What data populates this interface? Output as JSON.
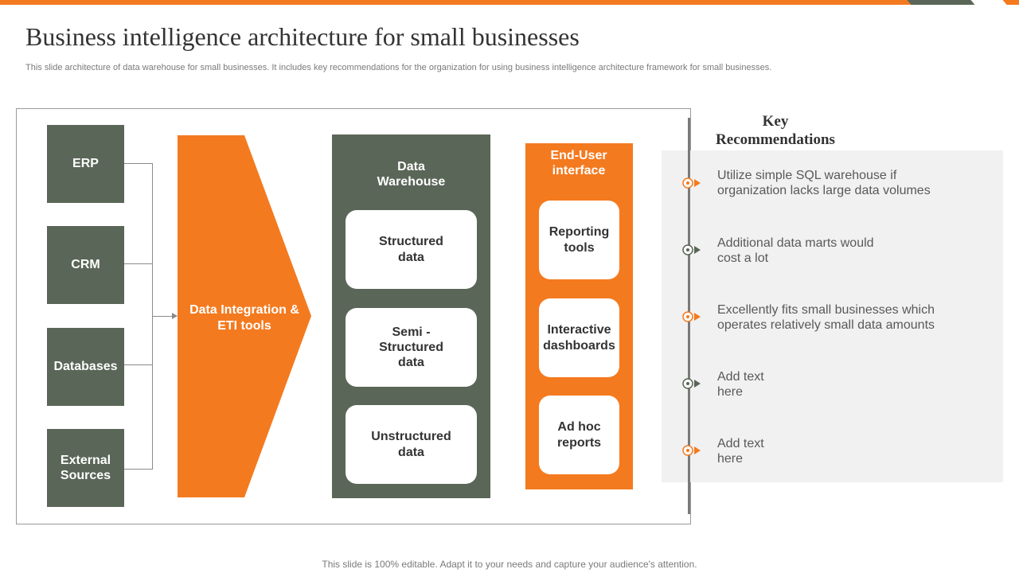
{
  "title": "Business intelligence architecture for small businesses",
  "subtitle": "This slide architecture of data warehouse for small businesses. It includes key recommendations for the organization for using business intelligence architecture framework for small businesses.",
  "sources": [
    "ERP",
    "CRM",
    "Databases",
    "External Sources"
  ],
  "integration": {
    "label": "Data Integration & ETI tools"
  },
  "warehouse": {
    "title": "Data Warehouse",
    "items": [
      "Structured data",
      "Semi - Structured data",
      "Unstructured data"
    ]
  },
  "end_user": {
    "title": "End-User interface",
    "items": [
      "Reporting tools",
      "Interactive dashboards",
      "Ad hoc reports"
    ]
  },
  "recommendations": {
    "title": "Key Recommendations",
    "items": [
      {
        "text": "Utilize simple SQL warehouse if organization lacks large data volumes",
        "color": "#f47a1f"
      },
      {
        "text": "Additional data marts would cost a lot",
        "color": "#5a6657"
      },
      {
        "text": "Excellently fits small businesses which operates relatively small data amounts",
        "color": "#f47a1f"
      },
      {
        "text": "Add text here",
        "color": "#5a6657"
      },
      {
        "text": "Add text here",
        "color": "#f47a1f"
      }
    ]
  },
  "footer": "This slide is 100% editable. Adapt it to your needs and capture your audience's attention.",
  "colors": {
    "accent": "#f47a1f",
    "dark_green": "#5a6657",
    "panel": "#f1f1f1"
  }
}
